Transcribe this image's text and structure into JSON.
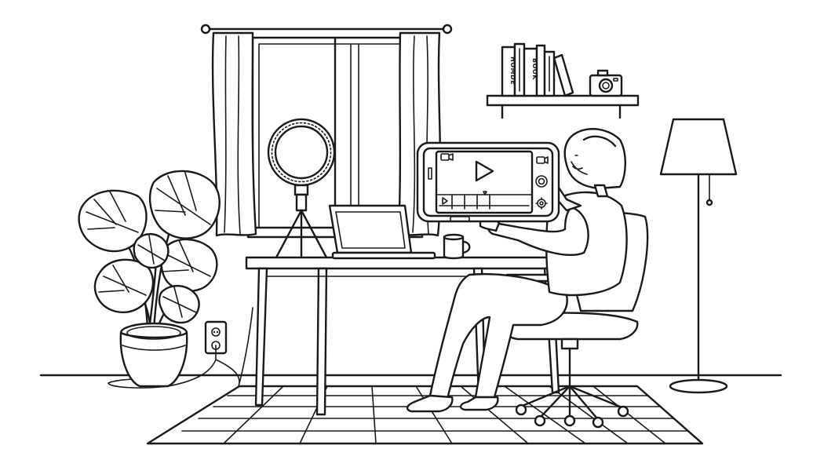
{
  "illustration": {
    "style": "black line art on white",
    "colors": {
      "line": "#1a1a1a",
      "background": "#ffffff"
    },
    "shelf": {
      "book_spines": [
        "HOMDE",
        "BOOK"
      ]
    },
    "phone_screen": {
      "icons": [
        "video-camera-icon",
        "play-icon",
        "record-icon",
        "settings-icon",
        "video-camera-icon"
      ]
    }
  }
}
